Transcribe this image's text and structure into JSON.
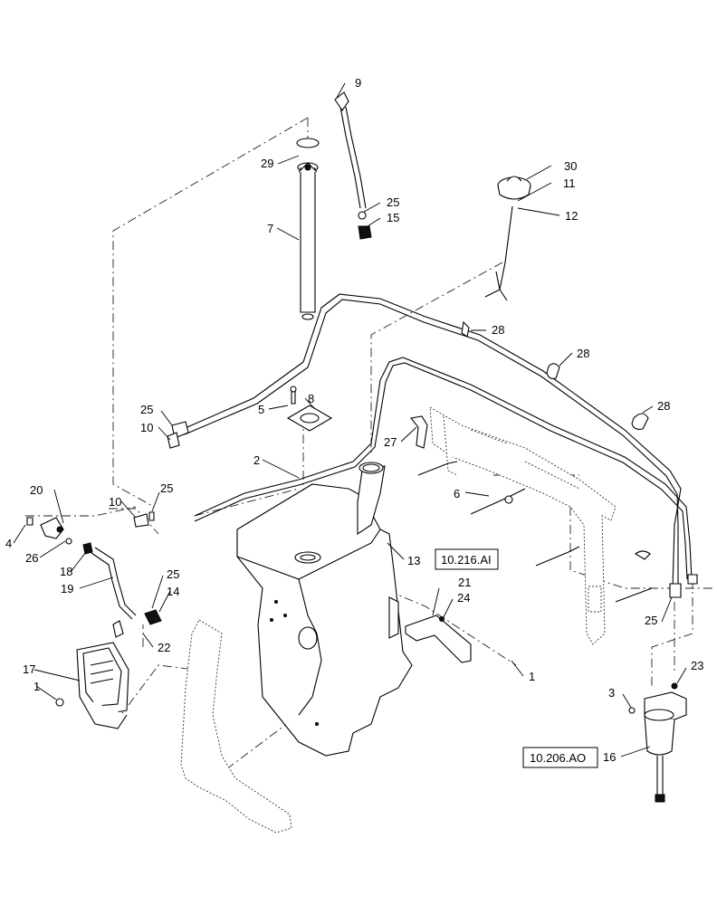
{
  "callouts": [
    {
      "label": "1"
    },
    {
      "label": "1"
    },
    {
      "label": "2"
    },
    {
      "label": "3"
    },
    {
      "label": "4"
    },
    {
      "label": "5"
    },
    {
      "label": "6"
    },
    {
      "label": "7"
    },
    {
      "label": "8"
    },
    {
      "label": "9"
    },
    {
      "label": "10"
    },
    {
      "label": "10"
    },
    {
      "label": "11"
    },
    {
      "label": "12"
    },
    {
      "label": "13"
    },
    {
      "label": "14"
    },
    {
      "label": "15"
    },
    {
      "label": "16"
    },
    {
      "label": "17"
    },
    {
      "label": "18"
    },
    {
      "label": "19"
    },
    {
      "label": "20"
    },
    {
      "label": "21"
    },
    {
      "label": "22"
    },
    {
      "label": "23"
    },
    {
      "label": "24"
    },
    {
      "label": "25"
    },
    {
      "label": "25"
    },
    {
      "label": "25"
    },
    {
      "label": "25"
    },
    {
      "label": "25"
    },
    {
      "label": "26"
    },
    {
      "label": "27"
    },
    {
      "label": "28"
    },
    {
      "label": "28"
    },
    {
      "label": "28"
    },
    {
      "label": "29"
    },
    {
      "label": "30"
    }
  ],
  "references": [
    {
      "label": "10.216.AI"
    },
    {
      "label": "10.206.AO"
    }
  ]
}
